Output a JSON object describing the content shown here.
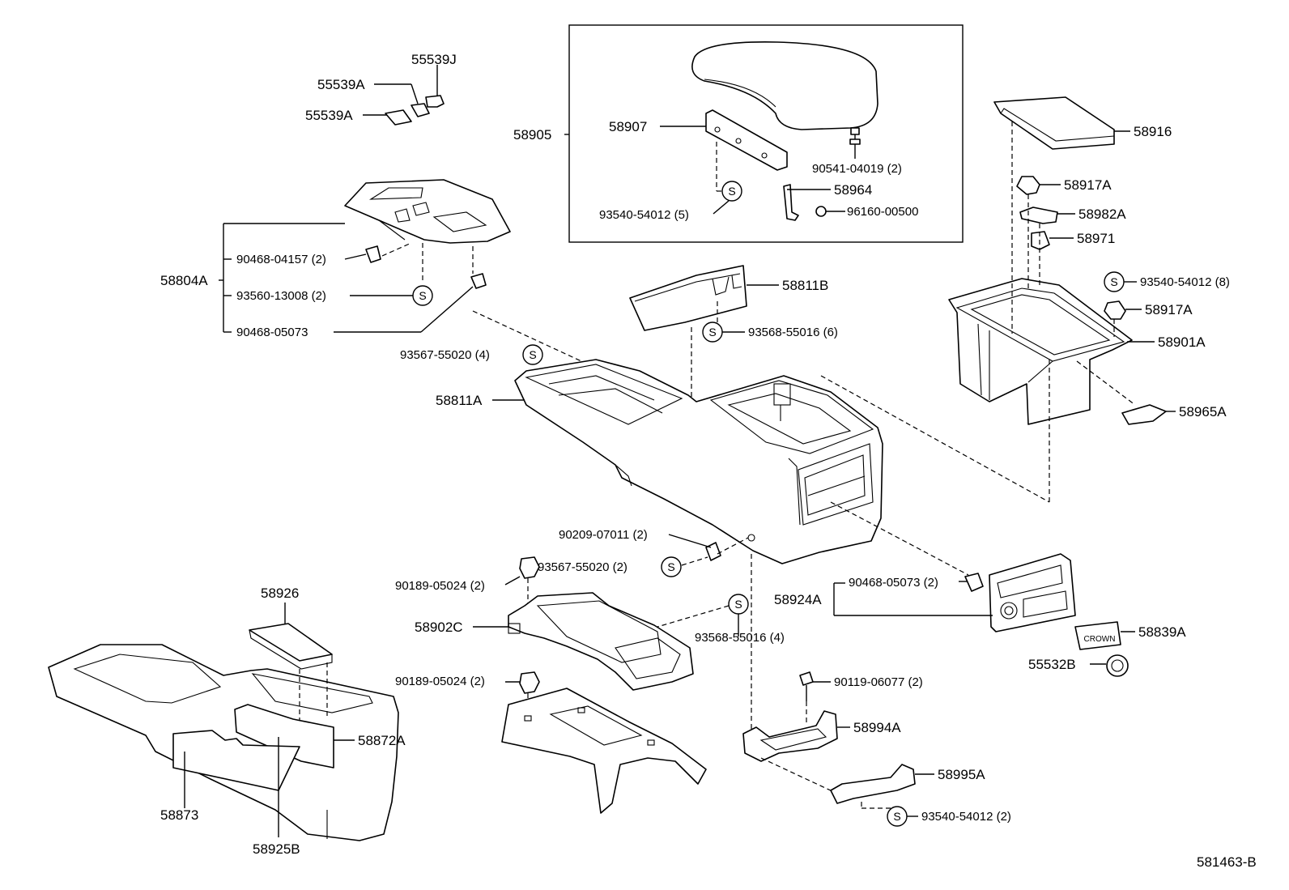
{
  "diagram_id": "581463-B",
  "badge_text": "CROWN",
  "s_mark": "S",
  "labels": {
    "p55539J": "55539J",
    "p55539A_1": "55539A",
    "p55539A_2": "55539A",
    "p58905": "58905",
    "p58907": "58907",
    "p90541": "90541-04019 (2)",
    "p58964": "58964",
    "p93540_a": "93540-54012 (5)",
    "p96160": "96160-00500",
    "p58916": "58916",
    "p58917A_1": "58917A",
    "p58982A": "58982A",
    "p58971": "58971",
    "p93540_b": "93540-54012 (8)",
    "p58917A_2": "58917A",
    "p58901A": "58901A",
    "p58965A": "58965A",
    "p58804A": "58804A",
    "p90468_04157": "90468-04157 (2)",
    "p93560": "93560-13008 (2)",
    "p90468_05073_a": "90468-05073",
    "p58811B": "58811B",
    "p93568_a": "93568-55016 (6)",
    "p93567_a": "93567-55020 (4)",
    "p58811A": "58811A",
    "p90209": "90209-07011 (2)",
    "p93567_b": "93567-55020 (2)",
    "p90189_a": "90189-05024 (2)",
    "p58902C": "58902C",
    "p93568_b": "93568-55016 (4)",
    "p90189_b": "90189-05024 (2)",
    "p58924A": "58924A",
    "p90468_05073_b": "90468-05073 (2)",
    "p58839A": "58839A",
    "p55532B": "55532B",
    "p90119": "90119-06077 (2)",
    "p58994A": "58994A",
    "p58995A": "58995A",
    "p93540_c": "93540-54012 (2)",
    "p58926": "58926",
    "p58872A": "58872A",
    "p58873": "58873",
    "p58925B": "58925B"
  }
}
